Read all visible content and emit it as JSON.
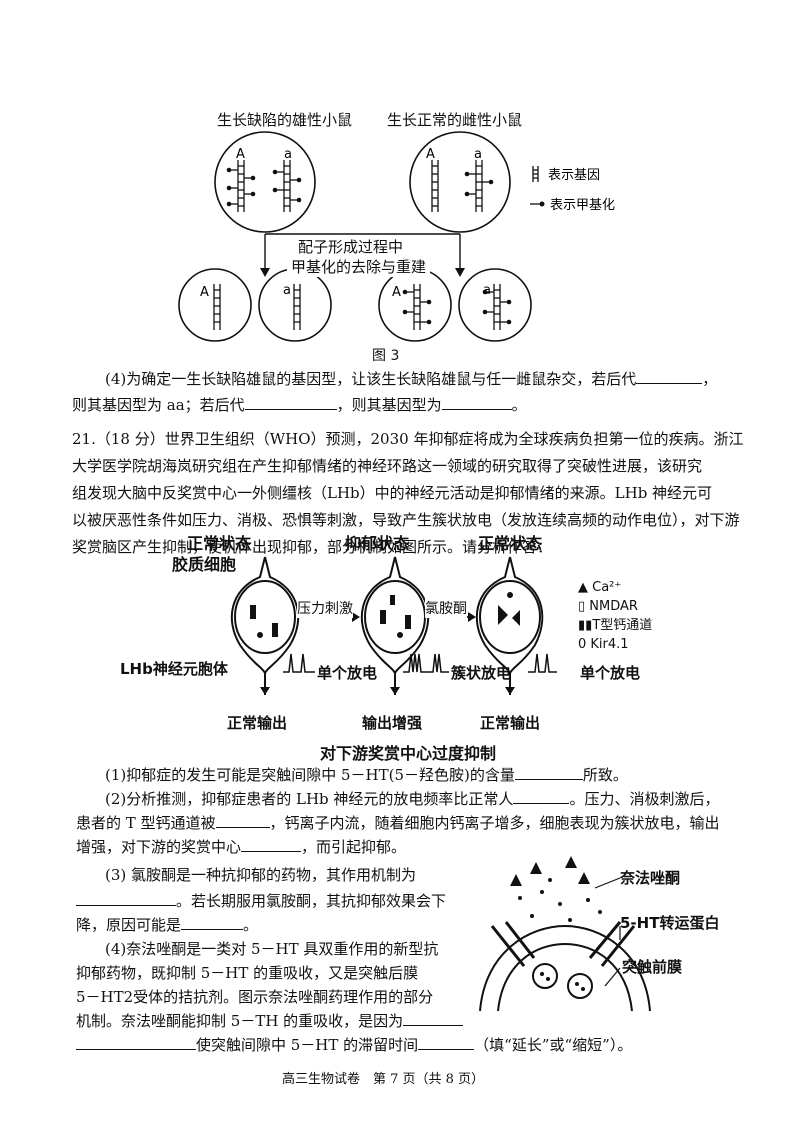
{
  "figure3": {
    "male_title": "生长缺陷的雄性小鼠",
    "female_title": "生长正常的雌性小鼠",
    "allele_A": "A",
    "allele_a": "a",
    "legend_gene": "表示基因",
    "legend_methyl": "表示甲基化",
    "process_line1": "配子形成过程中",
    "process_line2": "甲基化的去除与重建",
    "caption": "图 3"
  },
  "q4": {
    "line1": "(4)为确定一生长缺陷雄鼠的基因型，让该生长缺陷雄鼠与任一雌鼠杂交，若后代",
    "line1_end": "，",
    "line2a": "则其基因型为 aa；若后代",
    "line2b": "，则其基因型为"
  },
  "q21": {
    "lines": [
      "21.（18 分）世界卫生组织（WHO）预测，2030 年抑郁症将成为全球疾病负担第一位的疾病。浙江",
      "大学医学院胡海岚研究组在产生抑郁情绪的神经环路这一领域的研究取得了突破性进展，该研究",
      "组发现大脑中反奖赏中心一外侧缰核（LHb）中的神经元活动是抑郁情绪的来源。LHb 神经元可",
      "以被厌恶性条件如压力、消极、恐惧等刺激，导致产生簇状放电（发放连续高频的动作电位），对下游",
      "奖赏脑区产生抑制，使机体出现抑郁，部分机制如图所示。请分析作答："
    ]
  },
  "figure_neuron": {
    "state_normal_1": "正常状态",
    "state_depressed": "抑郁状态",
    "state_normal_2": "正常状态",
    "glial_cell": "胶质细胞",
    "arrow_stress": "压力刺激",
    "arrow_ketamine": "氯胺酮",
    "lhb_soma": "LHb神经元胞体",
    "single_fire_1": "单个放电",
    "burst_fire": "簇状放电",
    "single_fire_2": "单个放电",
    "output_normal_1": "正常输出",
    "output_enhanced": "输出增强",
    "output_normal_2": "正常输出",
    "caption": "对下游奖赏中心过度抑制",
    "legend": [
      "Ca²⁺",
      "NMDAR",
      "T型钙通道",
      "Kir4.1"
    ]
  },
  "sub_questions": {
    "q1a": "(1)抑郁症的发生可能是突触间隙中 5－HT(5－羟色胺)的含量",
    "q1b": "所致。",
    "q2_l1a": "(2)分析推测，抑郁症患者的 LHb 神经元的放电频率比正常人",
    "q2_l1b": "。压力、消极刺激后，",
    "q2_l2a": "患者的 T 型钙通道被",
    "q2_l2b": "，钙离子内流，随着细胞内钙离子增多，细胞表现为簇状放电，输出",
    "q2_l3a": "增强，对下游的奖赏中心",
    "q2_l3b": "，而引起抑郁。",
    "q3_l1": "(3) 氯胺酮是一种抗抑郁的药物，其作用机制为",
    "q3_l2": "。若长期服用氯胺酮，其抗抑郁效果会下",
    "q3_l3": "降，原因可能是",
    "q3_l3_end": "。",
    "q4_l1": "(4)奈法唑酮是一类对 5－HT 具双重作用的新型抗",
    "q4_l2": "抑郁药物，既抑制 5－HT 的重吸收，又是突触后膜",
    "q4_l3": "5－HT2受体的拮抗剂。图示奈法唑酮药理作用的部分",
    "q4_l4a": "机制。奈法唑酮能抑制 5－TH 的重吸收，是因为",
    "q4_l5a": "使突触间隙中 5－HT 的滞留时间",
    "q4_l5b": "（填“延长”或“缩短”）。"
  },
  "figure_synapse": {
    "label_drug": "奈法唑酮",
    "label_transporter": "5-HT转运蛋白",
    "label_membrane": "突触前膜"
  },
  "footer": "高三生物试卷　第 7 页（共 8 页）"
}
